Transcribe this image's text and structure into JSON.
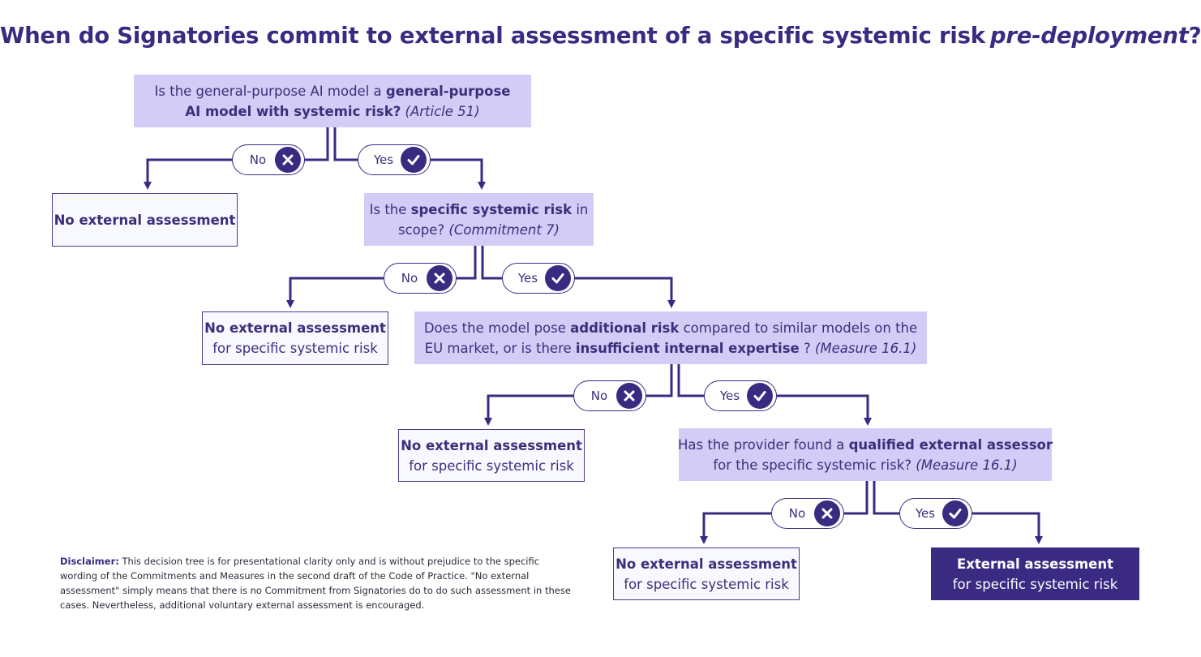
{
  "title": {
    "main": "When do Signatories commit to external assessment of a specific systemic risk",
    "emph": "pre-deployment",
    "end": "?"
  },
  "q1": {
    "a": "Is the general-purpose AI model a ",
    "b": "general-purpose",
    "c": "AI model with systemic risk?",
    "d": "(Article 51)"
  },
  "q2": {
    "a": "Is the ",
    "b": "specific systemic risk",
    "c": " in",
    "d": "scope? ",
    "e": "(Commitment 7)"
  },
  "q3": {
    "a": "Does the model pose ",
    "b": "additional risk",
    "c": " compared to similar models on the",
    "d": "EU market, or is there ",
    "e": "insufficient internal expertise",
    "f": " ? ",
    "g": "(Measure 16.1)"
  },
  "q4": {
    "a": "Has the provider found a ",
    "b": "qualified external assessor",
    "c": "for the specific systemic risk? ",
    "d": "(Measure 16.1)"
  },
  "out1": {
    "a": "No external assessment"
  },
  "out2": {
    "a": "No external assessment",
    "b": "for specific systemic risk"
  },
  "out3": {
    "a": "No external assessment",
    "b": "for specific systemic risk"
  },
  "out4": {
    "a": "No external assessment",
    "b": "for specific systemic risk"
  },
  "final": {
    "a": "External assessment",
    "b": "for specific systemic risk"
  },
  "labels": {
    "no": "No",
    "yes": "Yes"
  },
  "disclaimer": {
    "label": "Disclaimer:",
    "text": " This decision tree is for presentational clarity only and is without prejudice to the specific wording of the Commitments and Measures in the second draft of the Code of Practice. \"No external assessment\" simply means that there is no Commitment from Signatories do to do such assessment in these cases. Nevertheless, additional voluntary external assessment is encouraged."
  },
  "colors": {
    "primary": "#3b2a82",
    "question_fill": "#d3ccf6",
    "outcome_fill": "#f8f8ff"
  },
  "icons": {
    "no": "x-circle-icon",
    "yes": "check-circle-icon"
  }
}
